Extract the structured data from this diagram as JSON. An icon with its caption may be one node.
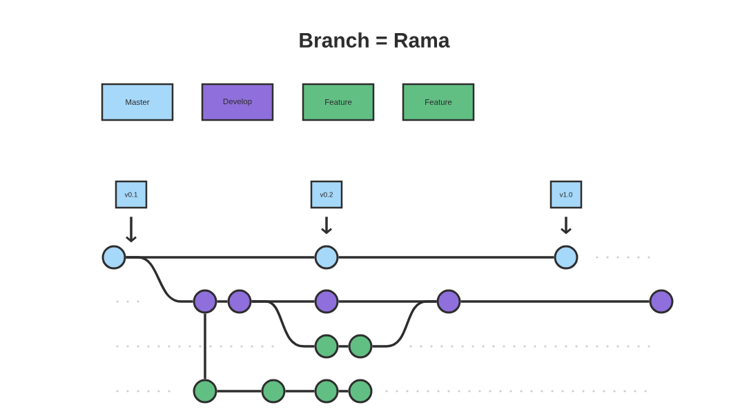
{
  "diagram": {
    "title": "Branch = Rama",
    "nodes": [
      {
        "text": [
          "v0.1"
        ]
      },
      {
        "text": [
          "v0.2"
        ]
      },
      {
        "text": [
          "v1.0"
        ]
      },
      {
        "text": [],
        "shape": "circle"
      },
      {
        "text": [],
        "shape": "circle"
      },
      {
        "text": [],
        "shape": "circle"
      },
      {
        "text": [],
        "shape": "circle"
      },
      {
        "text": [],
        "shape": "circle"
      },
      {
        "text": [],
        "shape": "circle"
      },
      {
        "text": [],
        "shape": "circle"
      },
      {
        "text": [],
        "shape": "circle"
      },
      {
        "text": [],
        "shape": "circle"
      },
      {
        "text": [],
        "shape": "circle"
      },
      {
        "text": [],
        "shape": "circle"
      },
      {
        "text": [],
        "shape": "circle"
      },
      {
        "text": [],
        "shape": "circle"
      },
      {
        "text": [],
        "shape": "circle"
      }
    ],
    "edges": [
      {
        "from": 0,
        "to": 3,
        "arrow": "to"
      },
      {
        "from": 1,
        "to": 4,
        "arrow": "to"
      },
      {
        "from": 2,
        "to": 5,
        "arrow": "to"
      },
      {
        "from": 3,
        "to": 4,
        "arrow": "none"
      },
      {
        "from": 4,
        "to": 5,
        "arrow": "none"
      },
      {
        "from": 3,
        "to": 6,
        "arrow": "none"
      },
      {
        "from": 6,
        "to": 7,
        "arrow": "none"
      },
      {
        "from": 7,
        "to": 8,
        "arrow": "none"
      },
      {
        "from": 8,
        "to": 9,
        "arrow": "none"
      },
      {
        "from": 9,
        "to": 10,
        "arrow": "none"
      },
      {
        "from": 7,
        "to": 11,
        "arrow": "none"
      },
      {
        "from": 11,
        "to": 12,
        "arrow": "none"
      },
      {
        "from": 12,
        "to": 9,
        "arrow": "none"
      },
      {
        "from": 6,
        "to": 13,
        "arrow": "none"
      },
      {
        "from": 13,
        "to": 14,
        "arrow": "none"
      },
      {
        "from": 14,
        "to": 15,
        "arrow": "none"
      },
      {
        "from": 15,
        "to": 16,
        "arrow": "none"
      }
    ],
    "legend": [
      {
        "text": "Master",
        "color": "#a6d8f9"
      },
      {
        "text": "Develop",
        "color": "#8f6fdb"
      },
      {
        "text": "Feature",
        "color": "#62bf84"
      },
      {
        "text": "Feature",
        "color": "#62bf84"
      }
    ]
  }
}
